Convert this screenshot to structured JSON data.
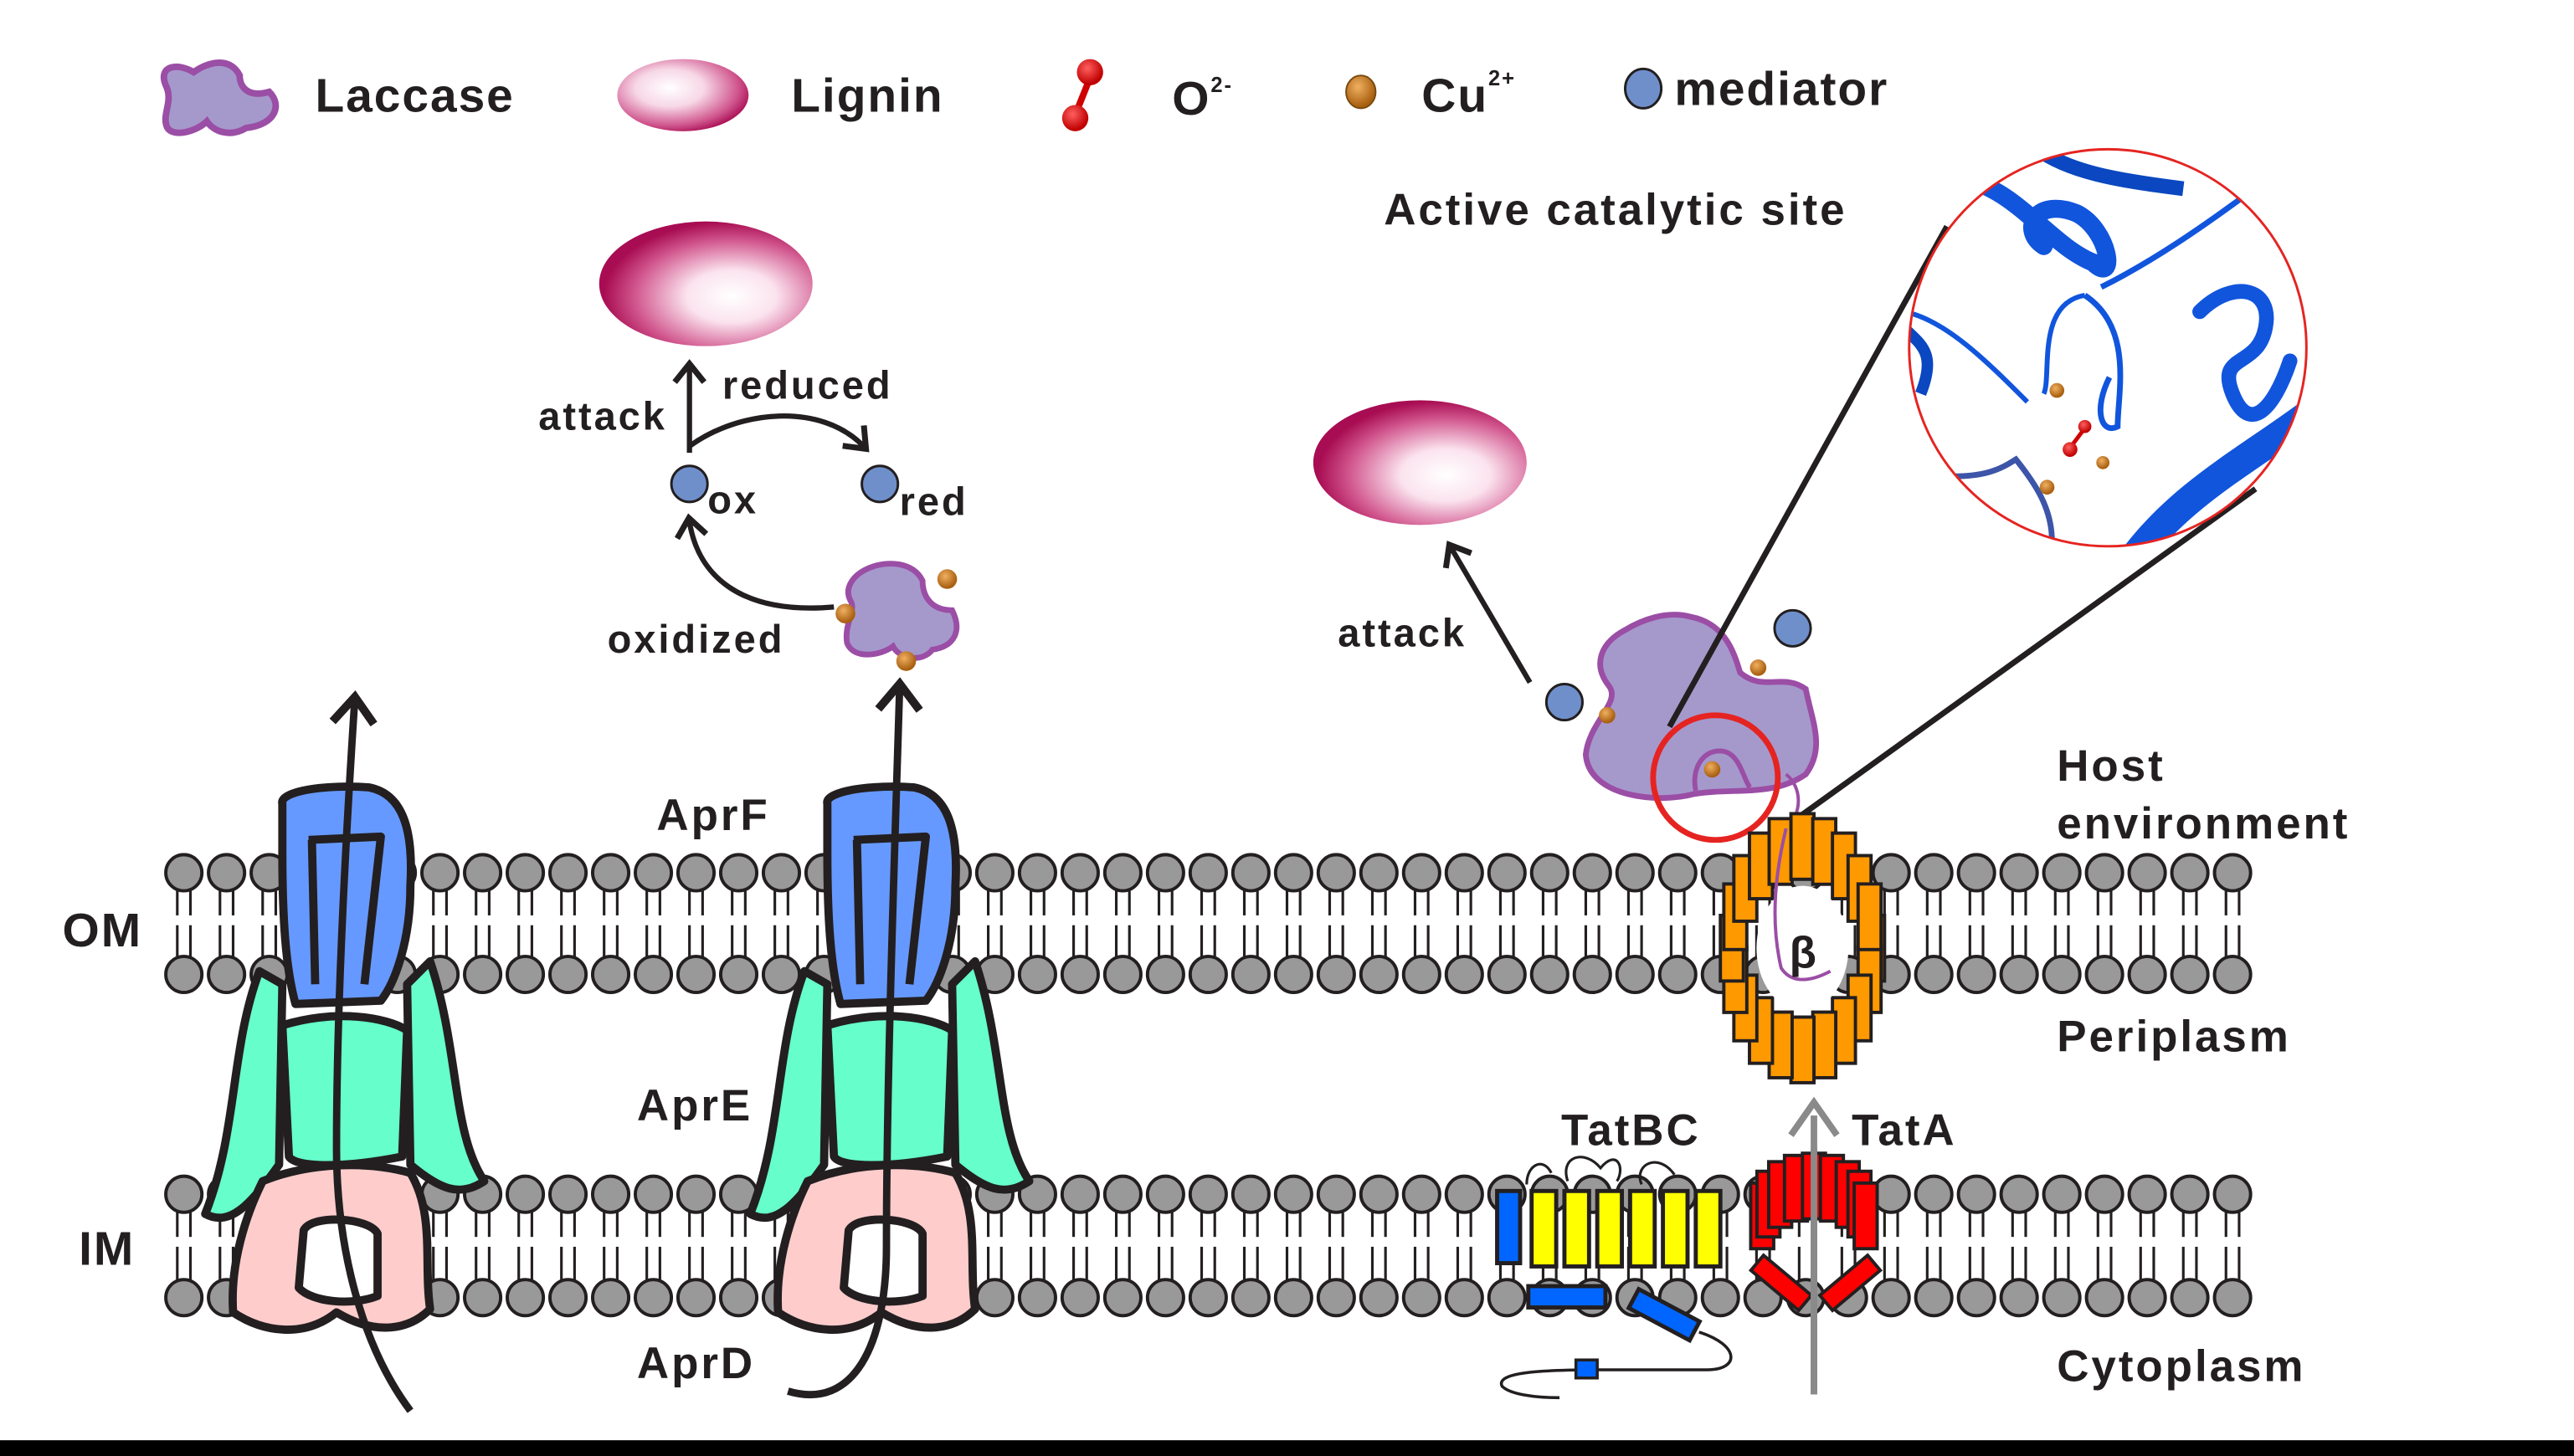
{
  "legend": {
    "items": [
      {
        "icon": "laccase-icon",
        "label": "Laccase"
      },
      {
        "icon": "lignin-icon",
        "label": "Lignin"
      },
      {
        "icon": "oxygen-icon",
        "label": "O",
        "sup": "2-"
      },
      {
        "icon": "copper-icon",
        "label": "Cu",
        "sup": "2+"
      },
      {
        "icon": "mediator-icon",
        "label": "mediator"
      }
    ]
  },
  "cycle": {
    "attack": "attack",
    "reduced": "reduced",
    "ox": "ox",
    "red": "red",
    "oxidized": "oxidized"
  },
  "right_panel": {
    "active_site_title": "Active catalytic site",
    "attack": "attack",
    "beta_label": "β"
  },
  "membranes": {
    "om": "OM",
    "im": "IM"
  },
  "transporter": {
    "aprf": "AprF",
    "apre": "AprE",
    "aprd": "AprD"
  },
  "tat": {
    "tatbc": "TatBC",
    "tata": "TatA"
  },
  "compartments": {
    "host": "Host",
    "environment": "environment",
    "periplasm": "Periplasm",
    "cytoplasm": "Cytoplasm"
  },
  "colors": {
    "laccase_fill": "#a599cc",
    "laccase_stroke": "#9b4ea5",
    "lignin": "#b0125a",
    "copper": "#c97a20",
    "mediator": "#6f8fcb",
    "oxygen": "#e8121b",
    "aprf": "#6699ff",
    "apre": "#66ffcc",
    "aprd": "#ffcccc",
    "beta_barrel": "#ff9900",
    "tatbc_yellow": "#ffff00",
    "tatbc_blue": "#0066ff",
    "tata": "#ff0000",
    "lipid_head": "#999999",
    "ribbon": "#1155dd"
  }
}
